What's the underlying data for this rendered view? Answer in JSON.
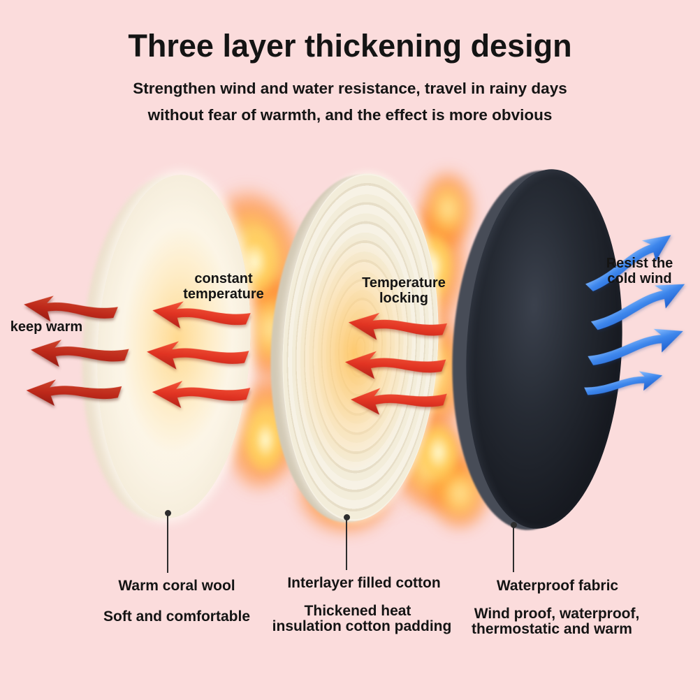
{
  "title": "Three layer thickening design",
  "subtitle": [
    "Strengthen wind and water resistance, travel in rainy days",
    "without fear of warmth, and the effect is more obvious"
  ],
  "annotations": {
    "keep_warm": "keep warm",
    "constant_temperature": [
      "constant",
      "temperature"
    ],
    "temperature_locking": [
      "Temperature",
      "locking"
    ],
    "resist_cold_wind": [
      "Resist the",
      "cold wind"
    ]
  },
  "layers": [
    {
      "name": "Warm coral wool",
      "description": [
        "Soft and comfortable",
        ""
      ]
    },
    {
      "name": "Interlayer filled cotton",
      "description": [
        "Thickened heat",
        "insulation cotton padding"
      ]
    },
    {
      "name": "Waterproof fabric",
      "description": [
        "Wind proof, waterproof,",
        "thermostatic and warm"
      ]
    }
  ],
  "colors": {
    "page_bg": "#fbdcdc",
    "ink": "#141414",
    "arrow_red": "#e03322",
    "arrow_blue": "#3e87ec",
    "flame_orange": "#ff8c1e",
    "wool_cream": "#f9f2e3",
    "cotton_ivory": "#f3edda",
    "shell_black": "#1a1d24"
  }
}
